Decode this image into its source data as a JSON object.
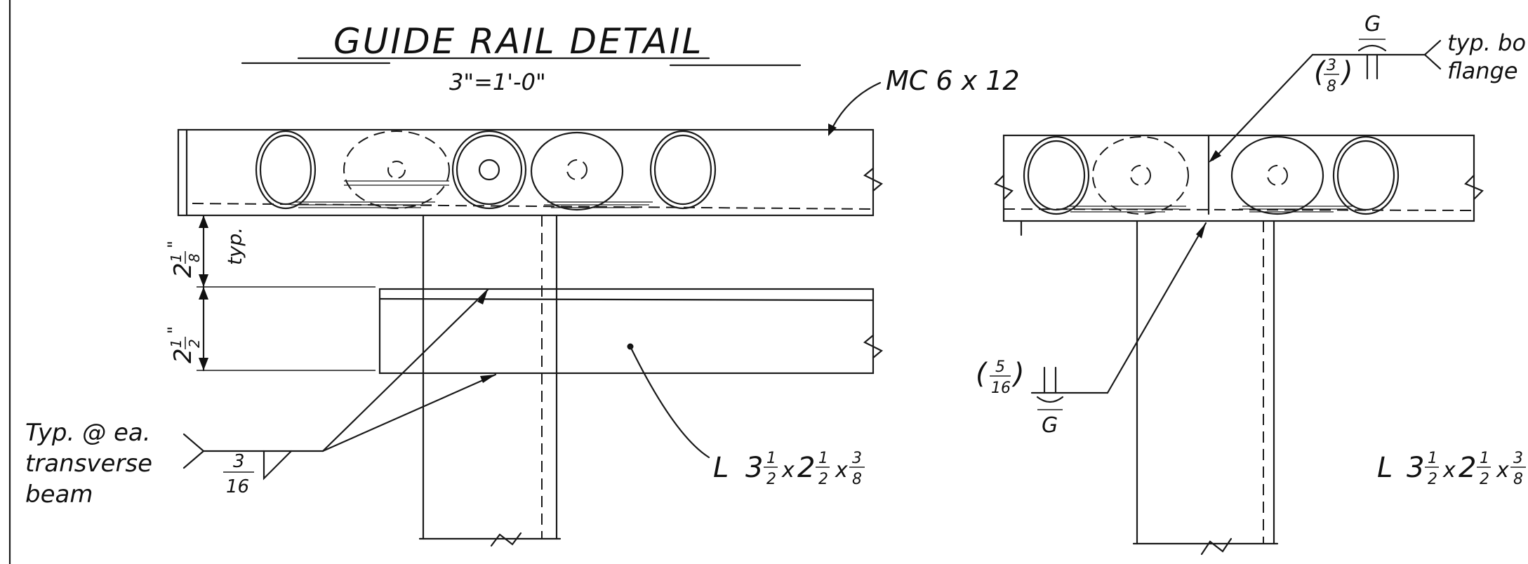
{
  "title": "GUIDE RAIL DETAIL",
  "scale": "3\"=1'-0\"",
  "channel_callout": "MC 6 x 12",
  "angle_callout_left": {
    "prefix": "L",
    "a_whole": "3",
    "b_whole": "2",
    "num": "1",
    "den": "2",
    "t_num": "3",
    "t_den": "8"
  },
  "angle_callout_right": {
    "prefix": "L",
    "a_whole": "3",
    "b_whole": "2",
    "num": "1",
    "den": "2",
    "t_num": "3",
    "t_den": "8"
  },
  "weld_note": {
    "line1": "Typ. @ ea.",
    "line2": "transverse",
    "line3": "beam",
    "num": "3",
    "den": "16"
  },
  "dim_upper": {
    "whole": "2",
    "num": "1",
    "den": "8",
    "unit": "\"",
    "note": "typ."
  },
  "dim_lower": {
    "whole": "2",
    "num": "1",
    "den": "2",
    "unit": "\""
  },
  "weld_top": {
    "num": "3",
    "den": "8",
    "letter": "G",
    "note_line1": "typ. bo",
    "note_line2": "flange"
  },
  "weld_bottom": {
    "num": "5",
    "den": "16",
    "letter": "G"
  }
}
